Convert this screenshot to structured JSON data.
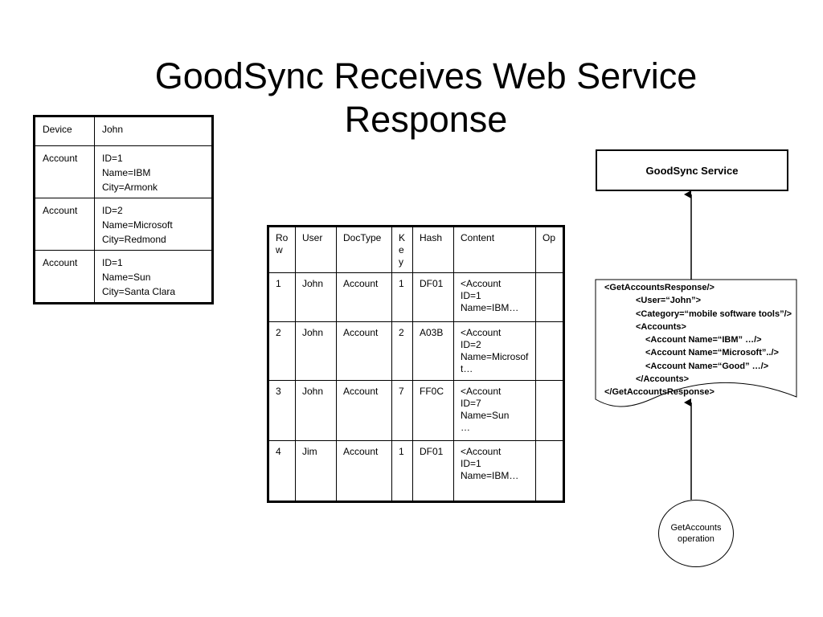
{
  "title": {
    "line1": "GoodSync Receives Web Service",
    "line2": "Response"
  },
  "device_table": {
    "rows": [
      {
        "key": "Device",
        "lines": [
          "John"
        ]
      },
      {
        "key": "Account",
        "lines": [
          "ID=1",
          "Name=IBM",
          "City=Armonk"
        ]
      },
      {
        "key": "Account",
        "lines": [
          "ID=2",
          "Name=Microsoft",
          "City=Redmond"
        ]
      },
      {
        "key": "Account",
        "lines": [
          "ID=1",
          "Name=Sun",
          "City=Santa Clara"
        ]
      }
    ]
  },
  "sync_table": {
    "headers": [
      "Row",
      "User",
      "DocType",
      "Key",
      "Hash",
      "Content",
      "Op"
    ],
    "rows": [
      {
        "row": "1",
        "user": "John",
        "doctype": "Account",
        "key": "1",
        "hash": "DF01",
        "content": [
          "<Account",
          "ID=1",
          "Name=IBM…"
        ],
        "op": ""
      },
      {
        "row": "2",
        "user": "John",
        "doctype": "Account",
        "key": "2",
        "hash": "A03B",
        "content": [
          "<Account",
          "ID=2",
          "Name=Microsoft…"
        ],
        "op": ""
      },
      {
        "row": "3",
        "user": "John",
        "doctype": "Account",
        "key": "7",
        "hash": "FF0C",
        "content": [
          "<Account",
          "ID=7",
          "Name=Sun",
          "…"
        ],
        "op": ""
      },
      {
        "row": "4",
        "user": "Jim",
        "doctype": "Account",
        "key": "1",
        "hash": "DF01",
        "content": [
          "<Account",
          "ID=1",
          "Name=IBM…"
        ],
        "op": ""
      }
    ]
  },
  "service_box": {
    "label": "GoodSync Service"
  },
  "response_doc": {
    "lines": [
      "<GetAccountsResponse/>",
      "<User=“John”>",
      "<Category=“mobile software tools”/>",
      "<Accounts>",
      "<Account Name=“IBM” …/>",
      "<Account Name=“Microsoft”../>",
      "<Account Name=“Good” …/>",
      "</Accounts>",
      "</GetAccountsResponse>"
    ]
  },
  "operation": {
    "line1": "GetAccounts",
    "line2": "operation"
  }
}
